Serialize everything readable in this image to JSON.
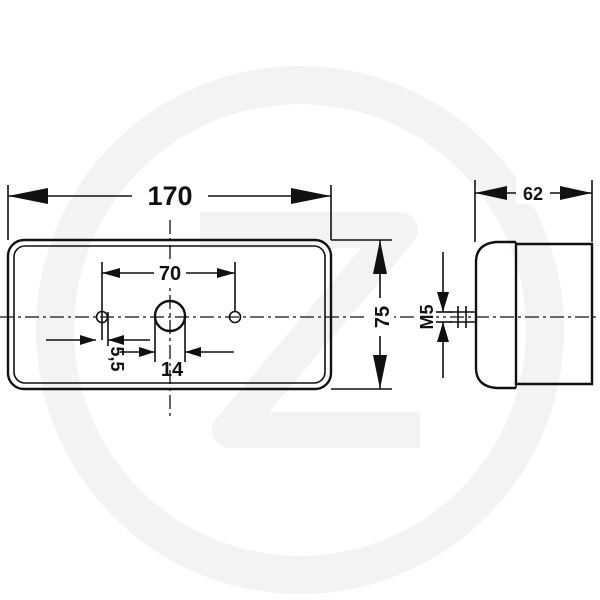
{
  "drawing": {
    "dimensions": {
      "overall_width": "170",
      "hole_spacing": "70",
      "hole_dia": "5,5",
      "center_hole": "14",
      "height": "75",
      "depth": "62",
      "thread": "M5"
    },
    "colors": {
      "ink": "#111111",
      "watermark": "#f1f1f1"
    }
  }
}
